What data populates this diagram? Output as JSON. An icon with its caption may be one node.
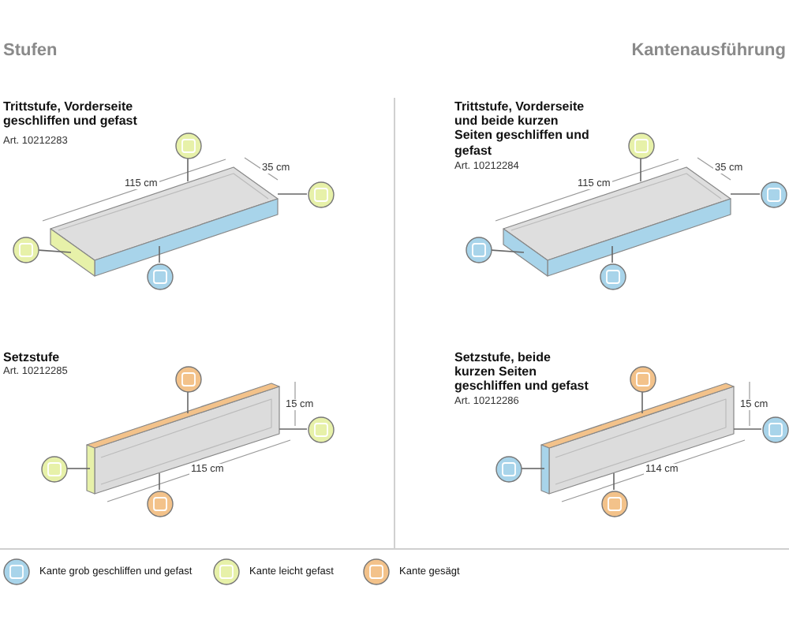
{
  "diagram": {
    "title": "Stufen",
    "nodes": [
      {
        "text": [],
        "shape": "circle"
      },
      {
        "text": [],
        "shape": "circle"
      },
      {
        "text": [],
        "shape": "circle"
      },
      {
        "text": [],
        "shape": "circle"
      },
      {
        "text": [],
        "shape": "circle"
      },
      {
        "text": [],
        "shape": "circle"
      },
      {
        "text": [],
        "shape": "circle"
      },
      {
        "text": [],
        "shape": "circle"
      },
      {
        "text": [],
        "shape": "circle"
      },
      {
        "text": [],
        "shape": "circle"
      },
      {
        "text": [],
        "shape": "circle"
      },
      {
        "text": [],
        "shape": "circle"
      },
      {
        "text": [],
        "shape": "circle"
      },
      {
        "text": [],
        "shape": "circle"
      },
      {
        "text": [],
        "shape": "circle"
      },
      {
        "text": [],
        "shape": "circle"
      },
      {
        "text": [],
        "shape": "picture"
      },
      {
        "text": [],
        "shape": "picture"
      },
      {
        "text": [],
        "shape": "picture"
      },
      {
        "text": [],
        "shape": "picture"
      }
    ],
    "edges": [
      {
        "from": 0,
        "to": 16,
        "arrow": "none"
      },
      {
        "from": 1,
        "to": 16,
        "arrow": "none"
      },
      {
        "from": 2,
        "to": 16,
        "arrow": "none"
      },
      {
        "from": 3,
        "to": 16,
        "arrow": "none"
      },
      {
        "from": 4,
        "to": 17,
        "arrow": "none"
      },
      {
        "from": 5,
        "to": 17,
        "arrow": "none"
      },
      {
        "from": 6,
        "to": 17,
        "arrow": "none"
      },
      {
        "from": 7,
        "to": 17,
        "arrow": "none"
      },
      {
        "from": 8,
        "to": 18,
        "arrow": "none"
      },
      {
        "from": 9,
        "to": 18,
        "arrow": "none"
      },
      {
        "from": 10,
        "to": 18,
        "arrow": "none"
      },
      {
        "from": 11,
        "to": 18,
        "arrow": "none"
      },
      {
        "from": 12,
        "to": 19,
        "arrow": "none"
      },
      {
        "from": 13,
        "to": 19,
        "arrow": "none"
      },
      {
        "from": 14,
        "to": 19,
        "arrow": "none"
      },
      {
        "from": 15,
        "to": 19,
        "arrow": "none"
      }
    ],
    "labels": [
      "Kantenausführung",
      "Trittstufe, Vorderseite geschliffen und gefast",
      "Art. 10212283",
      "115 cm",
      "35 cm",
      "Trittstufe, Vorderseite und beide kurzen Seiten geschliffen und gefast",
      "Art. 10212284",
      "115 cm",
      "35 cm",
      "Setzstufe",
      "Art. 10212285",
      "15 cm",
      "115 cm",
      "Setzstufe, beide kurzen Seiten geschliffen und gefast",
      "Art. 10212286",
      "15 cm",
      "114 cm"
    ],
    "legend": [
      {
        "text": "Kante grob geschliffen und gefast",
        "color": "#a8d4ea"
      },
      {
        "text": "Kante leicht gefast",
        "color": "#e7f1a9"
      },
      {
        "text": "Kante gesägt",
        "color": "#f3c28a"
      }
    ]
  }
}
